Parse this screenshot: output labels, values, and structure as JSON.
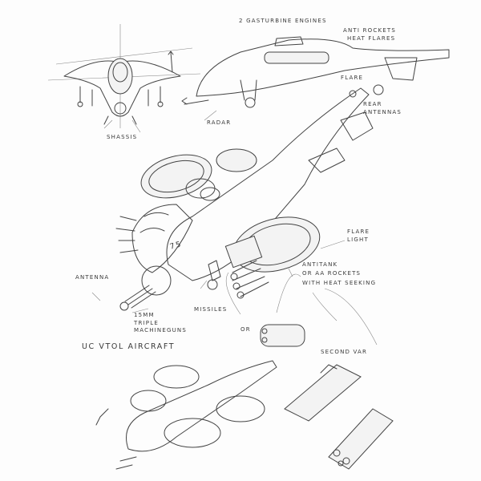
{
  "title": "UC VTOL AIRCRAFT",
  "labels": {
    "engines": "2 GASTURBINE ENGINES",
    "anti_rockets_1": "ANTI ROCKETS",
    "anti_rockets_2": "HEAT FLARES",
    "flare": "FLARE",
    "rear_antennas_1": "REAR",
    "rear_antennas_2": "ANTENNAS",
    "radar": "RADAR",
    "chassis": "SHASSIS",
    "flare_light_1": "FLARE",
    "flare_light_2": "LIGHT",
    "rockets_1": "ANTITANK",
    "rockets_2": "OR AA ROCKETS",
    "rockets_3": "WITH HEAT SEEKING",
    "antenna": "ANTENNA",
    "guns_1": "15MM",
    "guns_2": "TRIPLE",
    "guns_3": "MACHINEGUNS",
    "missiles": "MISSILES",
    "or": "OR",
    "second_var": "SECOND VAR",
    "hull_number": "75"
  }
}
